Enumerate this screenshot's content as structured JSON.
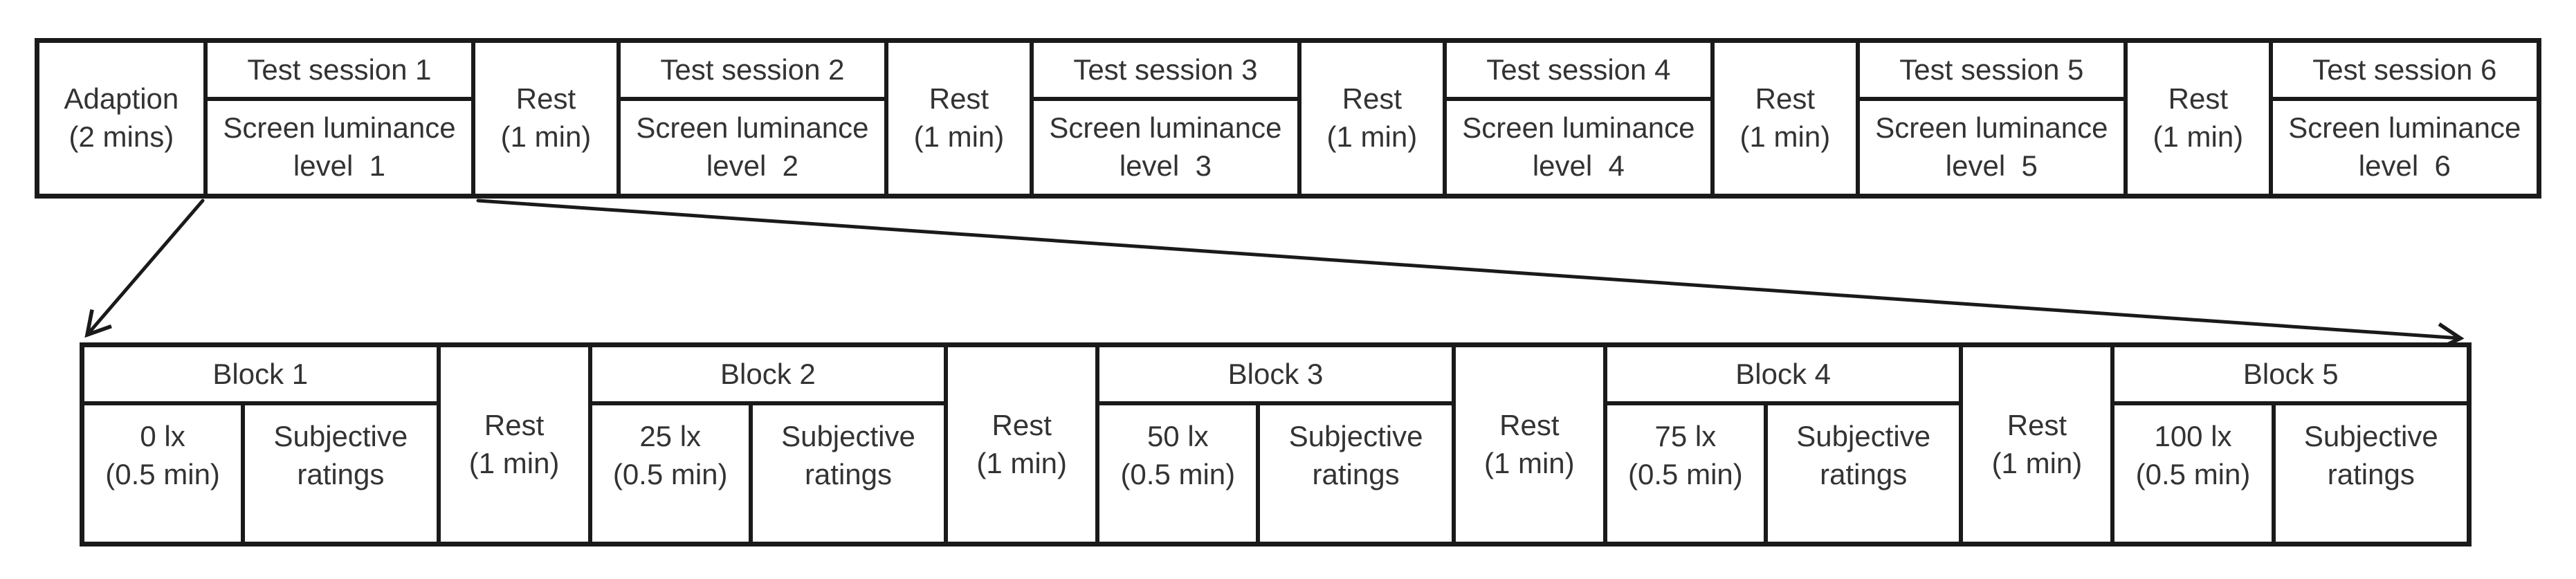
{
  "colors": {
    "border": "#1a1a1a",
    "text": "#333333",
    "background": "#ffffff"
  },
  "top": {
    "adaption": {
      "l1": "Adaption",
      "l2": "(2 mins)"
    },
    "rest": {
      "l1": "Rest",
      "l2": "(1 min)"
    },
    "sessions": [
      {
        "title": "Test session 1",
        "body1": "Screen luminance",
        "body2": "level  1"
      },
      {
        "title": "Test session 2",
        "body1": "Screen luminance",
        "body2": "level  2"
      },
      {
        "title": "Test session 3",
        "body1": "Screen luminance",
        "body2": "level  3"
      },
      {
        "title": "Test session 4",
        "body1": "Screen luminance",
        "body2": "level  4"
      },
      {
        "title": "Test session 5",
        "body1": "Screen luminance",
        "body2": "level  5"
      },
      {
        "title": "Test session 6",
        "body1": "Screen luminance",
        "body2": "level  6"
      }
    ]
  },
  "bottom": {
    "rest": {
      "l1": "Rest",
      "l2": "(1 min)"
    },
    "blocks": [
      {
        "title": "Block 1",
        "lux": "0 lx",
        "dur": "(0.5 min)",
        "r1": "Subjective",
        "r2": "ratings"
      },
      {
        "title": "Block 2",
        "lux": "25 lx",
        "dur": "(0.5 min)",
        "r1": "Subjective",
        "r2": "ratings"
      },
      {
        "title": "Block 3",
        "lux": "50 lx",
        "dur": "(0.5 min)",
        "r1": "Subjective",
        "r2": "ratings"
      },
      {
        "title": "Block 4",
        "lux": "75 lx",
        "dur": "(0.5 min)",
        "r1": "Subjective",
        "r2": "ratings"
      },
      {
        "title": "Block 5",
        "lux": "100 lx",
        "dur": "(0.5 min)",
        "r1": "Subjective",
        "r2": "ratings"
      }
    ]
  }
}
